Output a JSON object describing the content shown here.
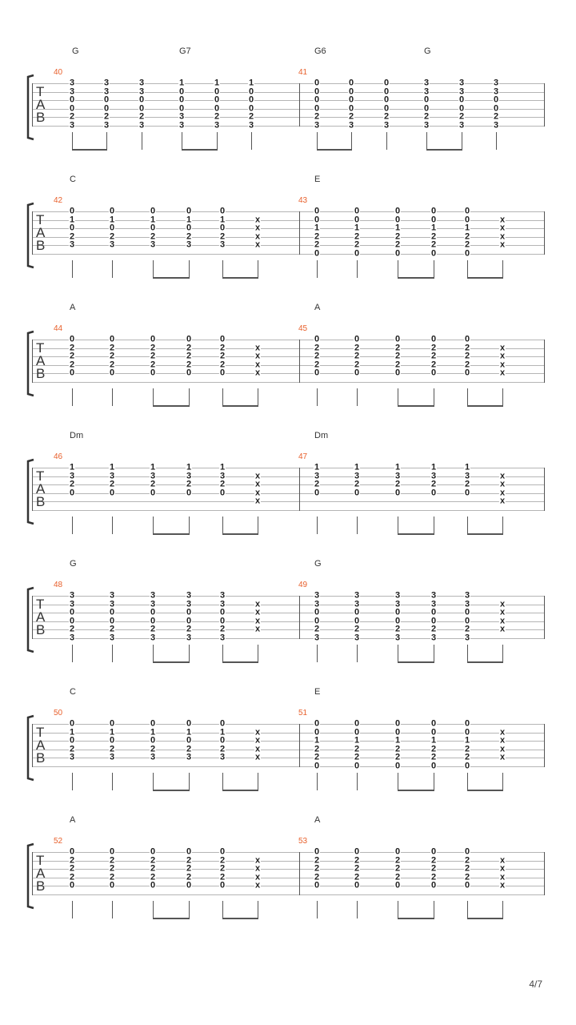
{
  "page": {
    "number": "4/7"
  },
  "tab_letters": [
    "T",
    "A",
    "B"
  ],
  "systems": [
    {
      "measures": [
        {
          "number": "40",
          "chords": [
            "G",
            "G7"
          ],
          "beats": [
            [
              "3",
              "3",
              "0",
              "0",
              "2",
              "3"
            ],
            [
              "3",
              "3",
              "0",
              "0",
              "2",
              "3"
            ],
            [
              "3",
              "3",
              "0",
              "0",
              "2",
              "3"
            ],
            [
              "1",
              "0",
              "0",
              "0",
              "3",
              "3"
            ],
            [
              "1",
              "0",
              "0",
              "0",
              "2",
              "3"
            ],
            [
              "1",
              "0",
              "0",
              "0",
              "2",
              "3"
            ]
          ]
        },
        {
          "number": "41",
          "chords": [
            "G6",
            "G"
          ],
          "beats": [
            [
              "0",
              "0",
              "0",
              "0",
              "2",
              "3"
            ],
            [
              "0",
              "0",
              "0",
              "0",
              "2",
              "3"
            ],
            [
              "0",
              "0",
              "0",
              "0",
              "2",
              "3"
            ],
            [
              "3",
              "3",
              "0",
              "0",
              "2",
              "3"
            ],
            [
              "3",
              "3",
              "0",
              "0",
              "2",
              "3"
            ],
            [
              "3",
              "3",
              "0",
              "0",
              "2",
              "3"
            ]
          ]
        }
      ]
    },
    {
      "measures": [
        {
          "number": "42",
          "chords": [
            "C"
          ],
          "beats": [
            [
              "0",
              "1",
              "0",
              "2",
              "3",
              ""
            ],
            [
              "0",
              "1",
              "0",
              "2",
              "3",
              ""
            ],
            [
              "0",
              "1",
              "0",
              "2",
              "3",
              ""
            ],
            [
              "0",
              "1",
              "0",
              "2",
              "3",
              ""
            ],
            [
              "0",
              "1",
              "0",
              "2",
              "3",
              ""
            ],
            [
              "",
              "x",
              "x",
              "x",
              "x",
              ""
            ]
          ]
        },
        {
          "number": "43",
          "chords": [
            "E"
          ],
          "beats": [
            [
              "0",
              "0",
              "1",
              "2",
              "2",
              "0"
            ],
            [
              "0",
              "0",
              "1",
              "2",
              "2",
              "0"
            ],
            [
              "0",
              "0",
              "1",
              "2",
              "2",
              "0"
            ],
            [
              "0",
              "0",
              "1",
              "2",
              "2",
              "0"
            ],
            [
              "0",
              "0",
              "1",
              "2",
              "2",
              "0"
            ],
            [
              "",
              "x",
              "x",
              "x",
              "x",
              ""
            ]
          ]
        }
      ]
    },
    {
      "measures": [
        {
          "number": "44",
          "chords": [
            "A"
          ],
          "beats": [
            [
              "0",
              "2",
              "2",
              "2",
              "0",
              ""
            ],
            [
              "0",
              "2",
              "2",
              "2",
              "0",
              ""
            ],
            [
              "0",
              "2",
              "2",
              "2",
              "0",
              ""
            ],
            [
              "0",
              "2",
              "2",
              "2",
              "0",
              ""
            ],
            [
              "0",
              "2",
              "2",
              "2",
              "0",
              ""
            ],
            [
              "",
              "x",
              "x",
              "x",
              "x",
              ""
            ]
          ]
        },
        {
          "number": "45",
          "chords": [
            "A"
          ],
          "beats": [
            [
              "0",
              "2",
              "2",
              "2",
              "0",
              ""
            ],
            [
              "0",
              "2",
              "2",
              "2",
              "0",
              ""
            ],
            [
              "0",
              "2",
              "2",
              "2",
              "0",
              ""
            ],
            [
              "0",
              "2",
              "2",
              "2",
              "0",
              ""
            ],
            [
              "0",
              "2",
              "2",
              "2",
              "0",
              ""
            ],
            [
              "",
              "x",
              "x",
              "x",
              "x",
              ""
            ]
          ]
        }
      ]
    },
    {
      "measures": [
        {
          "number": "46",
          "chords": [
            "Dm"
          ],
          "beats": [
            [
              "1",
              "3",
              "2",
              "0",
              "",
              ""
            ],
            [
              "1",
              "3",
              "2",
              "0",
              "",
              ""
            ],
            [
              "1",
              "3",
              "2",
              "0",
              "",
              ""
            ],
            [
              "1",
              "3",
              "2",
              "0",
              "",
              ""
            ],
            [
              "1",
              "3",
              "2",
              "0",
              "",
              ""
            ],
            [
              "",
              "x",
              "x",
              "x",
              "x",
              ""
            ]
          ]
        },
        {
          "number": "47",
          "chords": [
            "Dm"
          ],
          "beats": [
            [
              "1",
              "3",
              "2",
              "0",
              "",
              ""
            ],
            [
              "1",
              "3",
              "2",
              "0",
              "",
              ""
            ],
            [
              "1",
              "3",
              "2",
              "0",
              "",
              ""
            ],
            [
              "1",
              "3",
              "2",
              "0",
              "",
              ""
            ],
            [
              "1",
              "3",
              "2",
              "0",
              "",
              ""
            ],
            [
              "",
              "x",
              "x",
              "x",
              "x",
              ""
            ]
          ]
        }
      ]
    },
    {
      "measures": [
        {
          "number": "48",
          "chords": [
            "G"
          ],
          "beats": [
            [
              "3",
              "3",
              "0",
              "0",
              "2",
              "3"
            ],
            [
              "3",
              "3",
              "0",
              "0",
              "2",
              "3"
            ],
            [
              "3",
              "3",
              "0",
              "0",
              "2",
              "3"
            ],
            [
              "3",
              "3",
              "0",
              "0",
              "2",
              "3"
            ],
            [
              "3",
              "3",
              "0",
              "0",
              "2",
              "3"
            ],
            [
              "",
              "x",
              "x",
              "x",
              "x",
              ""
            ]
          ]
        },
        {
          "number": "49",
          "chords": [
            "G"
          ],
          "beats": [
            [
              "3",
              "3",
              "0",
              "0",
              "2",
              "3"
            ],
            [
              "3",
              "3",
              "0",
              "0",
              "2",
              "3"
            ],
            [
              "3",
              "3",
              "0",
              "0",
              "2",
              "3"
            ],
            [
              "3",
              "3",
              "0",
              "0",
              "2",
              "3"
            ],
            [
              "3",
              "3",
              "0",
              "0",
              "2",
              "3"
            ],
            [
              "",
              "x",
              "x",
              "x",
              "x",
              ""
            ]
          ]
        }
      ]
    },
    {
      "measures": [
        {
          "number": "50",
          "chords": [
            "C"
          ],
          "beats": [
            [
              "0",
              "1",
              "0",
              "2",
              "3",
              ""
            ],
            [
              "0",
              "1",
              "0",
              "2",
              "3",
              ""
            ],
            [
              "0",
              "1",
              "0",
              "2",
              "3",
              ""
            ],
            [
              "0",
              "1",
              "0",
              "2",
              "3",
              ""
            ],
            [
              "0",
              "1",
              "0",
              "2",
              "3",
              ""
            ],
            [
              "",
              "x",
              "x",
              "x",
              "x",
              ""
            ]
          ]
        },
        {
          "number": "51",
          "chords": [
            "E"
          ],
          "beats": [
            [
              "0",
              "0",
              "1",
              "2",
              "2",
              "0"
            ],
            [
              "0",
              "0",
              "1",
              "2",
              "2",
              "0"
            ],
            [
              "0",
              "0",
              "1",
              "2",
              "2",
              "0"
            ],
            [
              "0",
              "0",
              "1",
              "2",
              "2",
              "0"
            ],
            [
              "0",
              "0",
              "1",
              "2",
              "2",
              "0"
            ],
            [
              "",
              "x",
              "x",
              "x",
              "x",
              ""
            ]
          ]
        }
      ]
    },
    {
      "measures": [
        {
          "number": "52",
          "chords": [
            "A"
          ],
          "beats": [
            [
              "0",
              "2",
              "2",
              "2",
              "0",
              ""
            ],
            [
              "0",
              "2",
              "2",
              "2",
              "0",
              ""
            ],
            [
              "0",
              "2",
              "2",
              "2",
              "0",
              ""
            ],
            [
              "0",
              "2",
              "2",
              "2",
              "0",
              ""
            ],
            [
              "0",
              "2",
              "2",
              "2",
              "0",
              ""
            ],
            [
              "",
              "x",
              "x",
              "x",
              "x",
              ""
            ]
          ]
        },
        {
          "number": "53",
          "chords": [
            "A"
          ],
          "beats": [
            [
              "0",
              "2",
              "2",
              "2",
              "0",
              ""
            ],
            [
              "0",
              "2",
              "2",
              "2",
              "0",
              ""
            ],
            [
              "0",
              "2",
              "2",
              "2",
              "0",
              ""
            ],
            [
              "0",
              "2",
              "2",
              "2",
              "0",
              ""
            ],
            [
              "0",
              "2",
              "2",
              "2",
              "0",
              ""
            ],
            [
              "",
              "x",
              "x",
              "x",
              "x",
              ""
            ]
          ]
        }
      ]
    }
  ]
}
